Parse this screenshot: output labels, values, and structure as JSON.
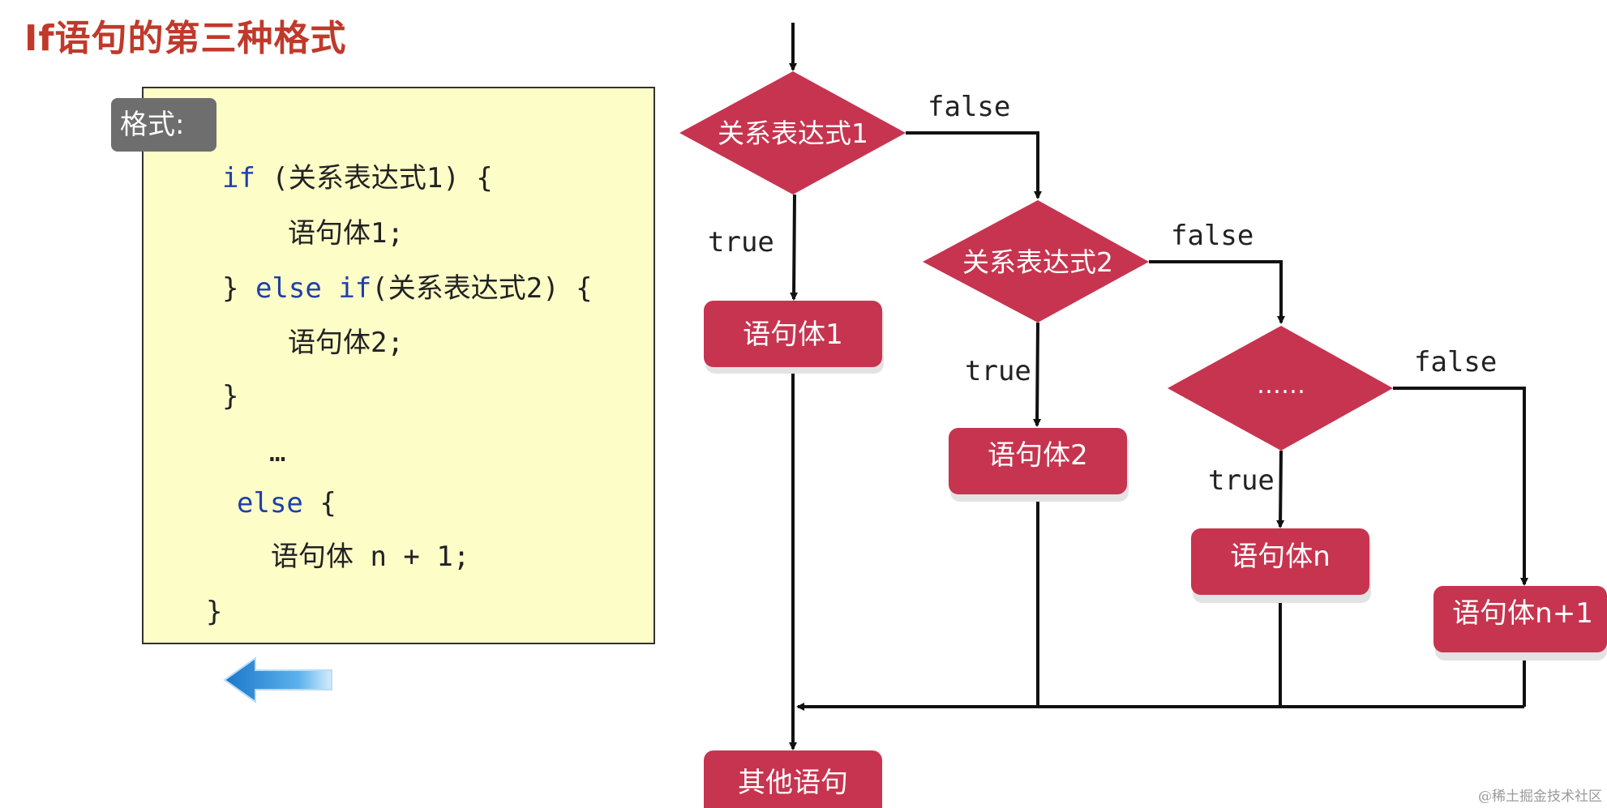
{
  "title": "If语句的第三种格式",
  "format_label": "格式:",
  "code": {
    "kw_if": "if",
    "cond1": " (关系表达式1) {",
    "body1": "语句体1;",
    "close_else": "} ",
    "kw_else": "else",
    "kw_if2": "if",
    "cond2": "(关系表达式2) {",
    "body2": "语句体2;",
    "close_brace1": "}",
    "ellipsis": "…",
    "kw_else2": "else",
    "open_brace": " {",
    "body_n1": "语句体 n + 1;",
    "close_brace2": "}"
  },
  "flow": {
    "decision1": "关系表达式1",
    "decision2": "关系表达式2",
    "decision3": "……",
    "stmt1": "语句体1",
    "stmt2": "语句体2",
    "stmt_n": "语句体n",
    "stmt_n1": "语句体n+1",
    "other": "其他语句",
    "label_true": "true",
    "label_false": "false"
  },
  "colors": {
    "shape_fill": "#c7344f",
    "title": "#c0392b",
    "code_bg": "#fdfdc8",
    "keyword": "#1f3fa8"
  },
  "watermark": "@稀土掘金技术社区"
}
